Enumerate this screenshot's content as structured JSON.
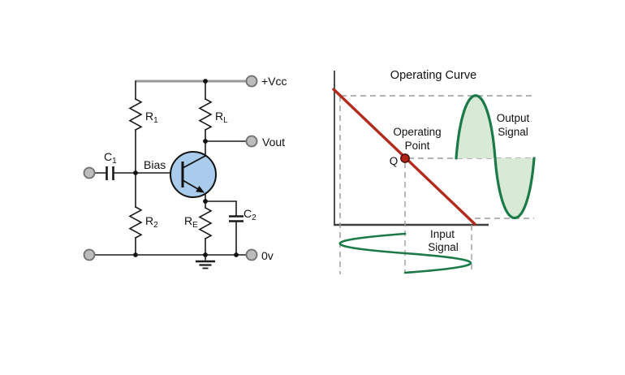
{
  "circuit": {
    "terminals": {
      "vcc": "+Vcc",
      "vout": "Vout",
      "zero": "0v"
    },
    "labels": {
      "bias": "Bias",
      "c1": {
        "base": "C",
        "sub": "1"
      },
      "c2": {
        "base": "C",
        "sub": "2"
      },
      "r1": {
        "base": "R",
        "sub": "1"
      },
      "r2": {
        "base": "R",
        "sub": "2"
      },
      "rl": {
        "base": "R",
        "sub": "L"
      },
      "re": {
        "base": "R",
        "sub": "E"
      }
    },
    "colors": {
      "transistor_body": "#a9cbec",
      "wire": "#1a1a1a",
      "top_rail": "#9a9a9a",
      "terminal": "#bcbcbc"
    }
  },
  "graph": {
    "title": "Operating Curve",
    "labels": {
      "q": "Q",
      "op_line1": "Operating",
      "op_line2": "Point",
      "out_line1": "Output",
      "out_line2": "Signal",
      "in_line1": "Input",
      "in_line2": "Signal"
    },
    "colors": {
      "load_line": "#b22b1e",
      "q_point": "#b02315",
      "signal_stroke": "#1b7a48",
      "signal_fill": "#d8ead6",
      "dashed_guide": "#9a9a9a",
      "axis": "#3f3f3f"
    }
  }
}
